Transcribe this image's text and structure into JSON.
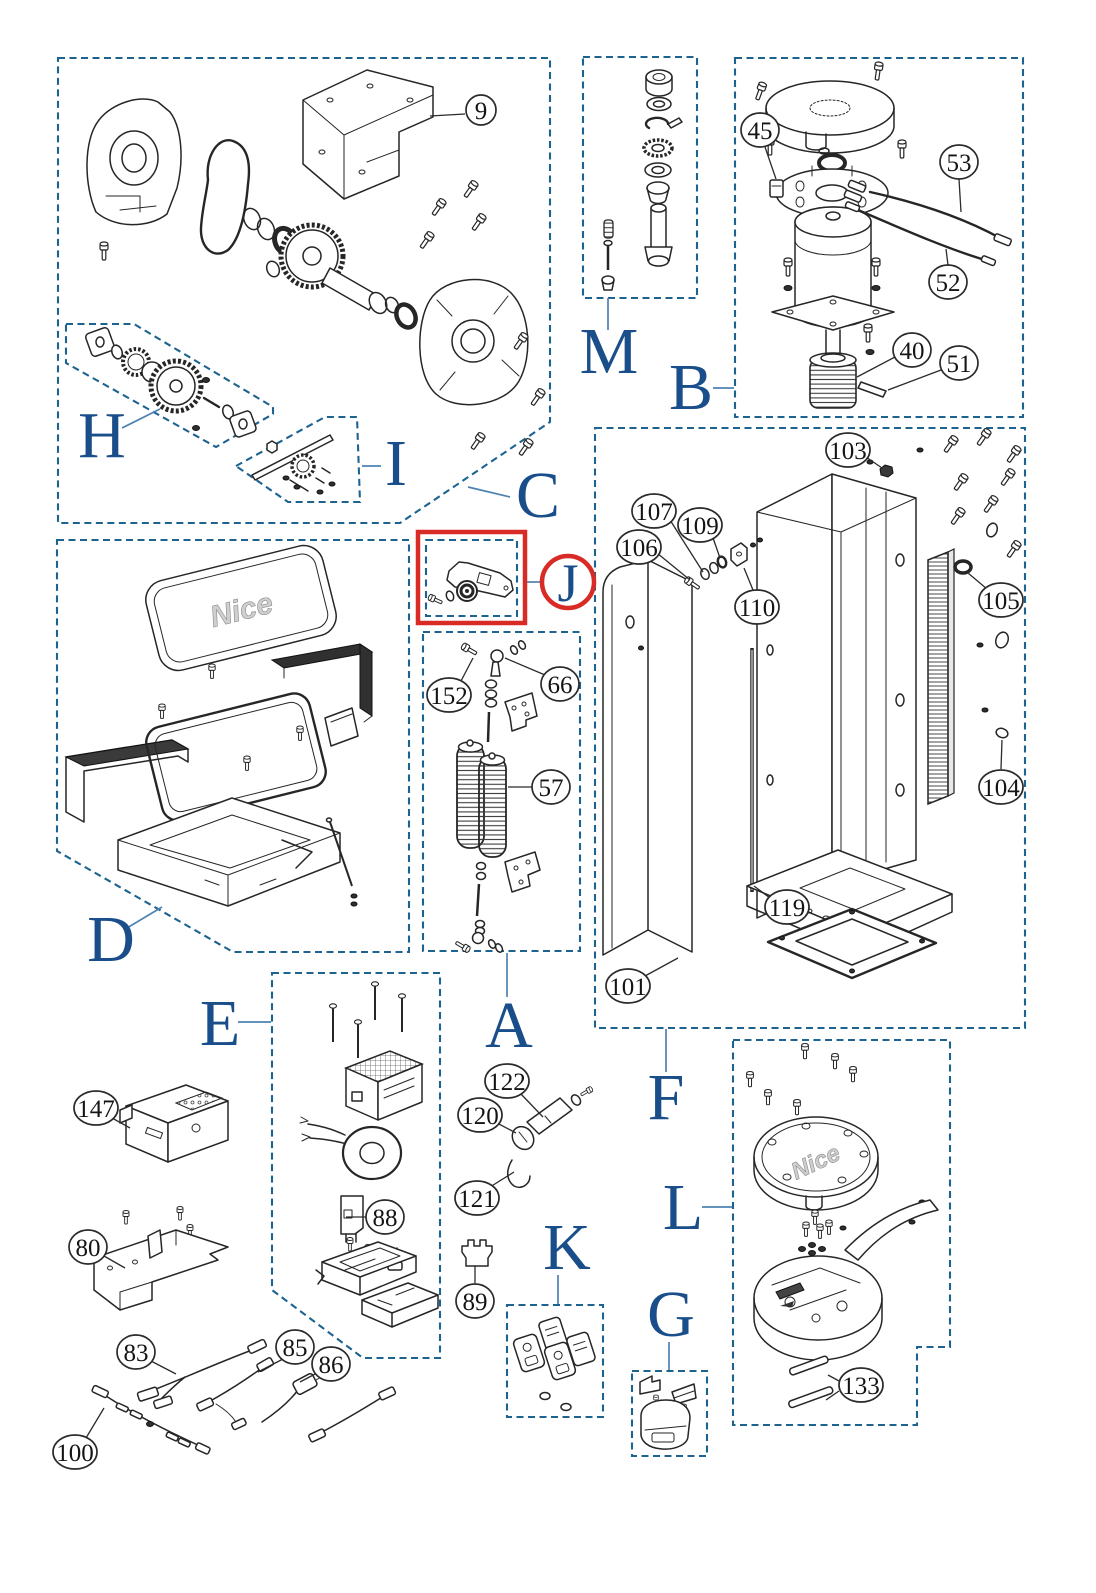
{
  "brand_logo": "Nice",
  "colors": {
    "box": "#1d6390",
    "letter": "#1a4e8a",
    "leader": "#4d82b3",
    "highlight": "#d92b26",
    "ink": "#262626"
  },
  "group_labels": {
    "A": "A",
    "B": "B",
    "C": "C",
    "D": "D",
    "E": "E",
    "F": "F",
    "G": "G",
    "H": "H",
    "I": "I",
    "J": "J",
    "K": "K",
    "L": "L",
    "M": "M"
  },
  "part_numbers": {
    "p9": "9",
    "p40": "40",
    "p45": "45",
    "p51": "51",
    "p52": "52",
    "p53": "53",
    "p57": "57",
    "p66": "66",
    "p80": "80",
    "p83": "83",
    "p85": "85",
    "p86": "86",
    "p88": "88",
    "p89": "89",
    "p100": "100",
    "p101": "101",
    "p103": "103",
    "p104": "104",
    "p105": "105",
    "p106": "106",
    "p107": "107",
    "p109": "109",
    "p110": "110",
    "p119": "119",
    "p120": "120",
    "p121": "121",
    "p122": "122",
    "p133": "133",
    "p147": "147",
    "p152": "152"
  }
}
